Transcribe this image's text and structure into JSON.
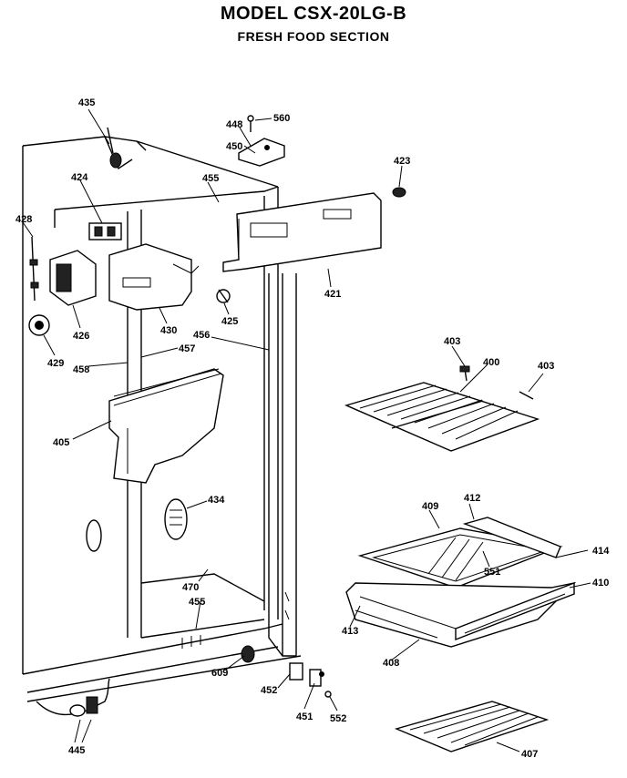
{
  "header": {
    "title": "MODEL CSX-20LG-B",
    "subtitle": "FRESH FOOD SECTION"
  },
  "parts": {
    "p435": "435",
    "p448": "448",
    "p560": "560",
    "p450": "450",
    "p424": "424",
    "p455a": "455",
    "p423": "423",
    "p428": "428",
    "p426": "426",
    "p430": "430",
    "p425": "425",
    "p421": "421",
    "p429": "429",
    "p456": "456",
    "p457": "457",
    "p458": "458",
    "p403a": "403",
    "p400": "400",
    "p403b": "403",
    "p405": "405",
    "p434": "434",
    "p409": "409",
    "p412": "412",
    "p414": "414",
    "p551": "551",
    "p410": "410",
    "p470": "470",
    "p455b": "455",
    "p413": "413",
    "p408": "408",
    "p609": "609",
    "p452": "452",
    "p451": "451",
    "p552": "552",
    "p445": "445",
    "p407": "407"
  }
}
